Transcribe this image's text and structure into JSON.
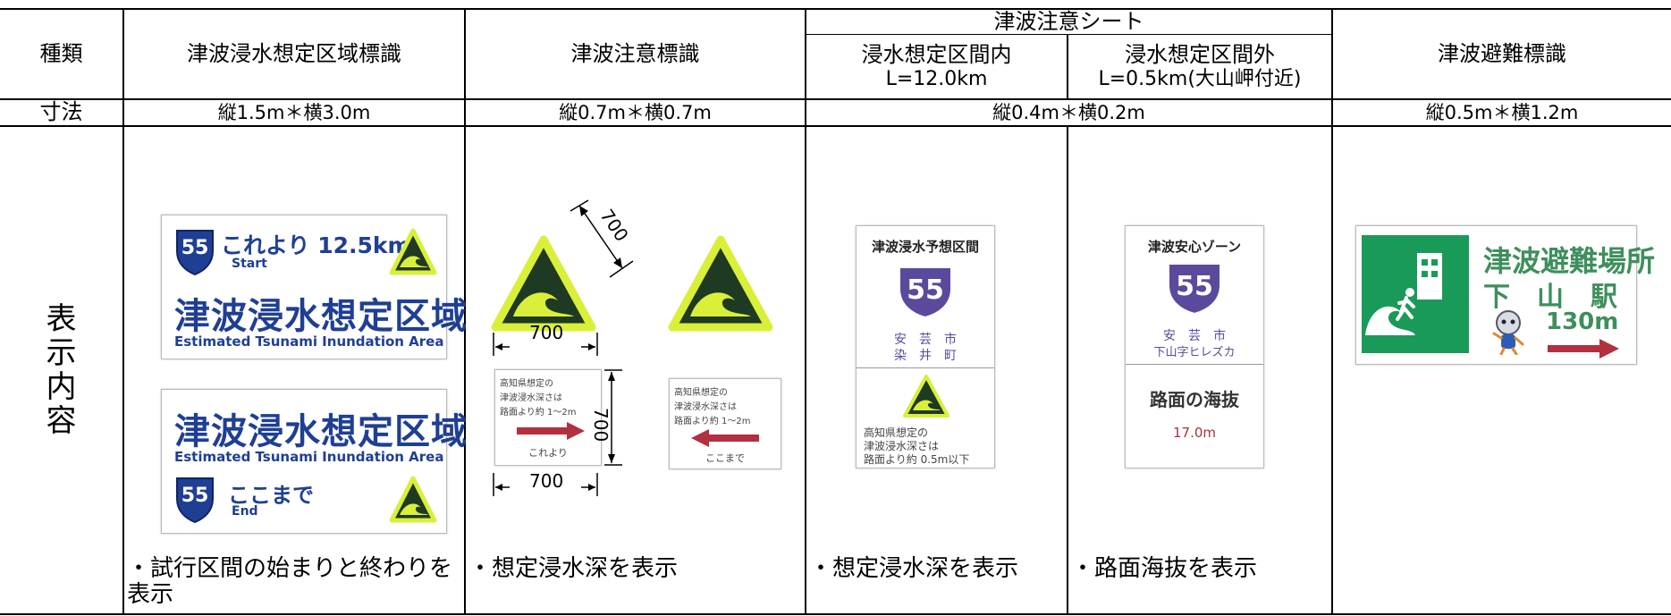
{
  "header": {
    "type_label": "種類",
    "col1": "津波浸水想定区域標識",
    "col2": "津波注意標識",
    "sheet_group": "津波注意シート",
    "col3_line1": "浸水想定区間内",
    "col3_line2": "L=12.0km",
    "col4_line1": "浸水想定区間外",
    "col4_line2": "L=0.5km(大山岬付近)",
    "col5": "津波避難標識"
  },
  "dimensions": {
    "label": "寸法",
    "col1": "縦1.5m＊横3.0m",
    "col2": "縦0.7m＊横0.7m",
    "col34": "縦0.4m＊横0.2m",
    "col5": "縦0.5m＊横1.2m"
  },
  "content_label": [
    "表",
    "示",
    "内",
    "容"
  ],
  "notes": {
    "col1": "・試行区間の始まりと終わりを表示",
    "col2": "・想定浸水深を表示",
    "col3": "・想定浸水深を表示",
    "col4": "・路面海抜を表示"
  },
  "signs": {
    "zone_start": {
      "route": "55",
      "text": "これより 12.5km",
      "sub": "Start",
      "title": "津波浸水想定区域",
      "english": "Estimated Tsunami Inundation Area"
    },
    "zone_end": {
      "title": "津波浸水想定区域",
      "english": "Estimated Tsunami Inundation Area",
      "route": "55",
      "text": "ここまで",
      "sub": "End"
    },
    "caution": {
      "dim_diag": "700",
      "dim_width": "700",
      "dim_height": "700",
      "dim_width2": "700",
      "plate1_lines": [
        "高知県想定の",
        "津波浸水深さは",
        "路面より約 1～2m"
      ],
      "plate1_bottom": "これより",
      "plate2_lines": [
        "高知県想定の",
        "津波浸水深さは",
        "路面より約 1～2m"
      ],
      "plate2_bottom": "ここまで"
    },
    "sheet_inside": {
      "title": "津波浸水予想区間",
      "route": "55",
      "city_line1": "安　芸　市",
      "city_line2": "染　井　町",
      "lines": [
        "高知県想定の",
        "津波浸水深さは",
        "路面より約 0.5m以下"
      ]
    },
    "sheet_outside": {
      "title": "津波安心ゾーン",
      "route": "55",
      "city_line1": "安　芸　市",
      "city_line2": "下山字ヒレズカ",
      "elev_label": "路面の海抜",
      "elev_value": "17.0m"
    },
    "evacuation": {
      "title": "津波避難場所",
      "place": "下　山　駅",
      "distance": "130m"
    }
  },
  "colors": {
    "route_shield": "#1f3f94",
    "route_shield_purple": "#5b4a9b",
    "warning_yellow": "#d9ef3a",
    "warning_dark": "#1e3a22",
    "evac_green": "#1a9a58",
    "arrow_red": "#b23040"
  }
}
